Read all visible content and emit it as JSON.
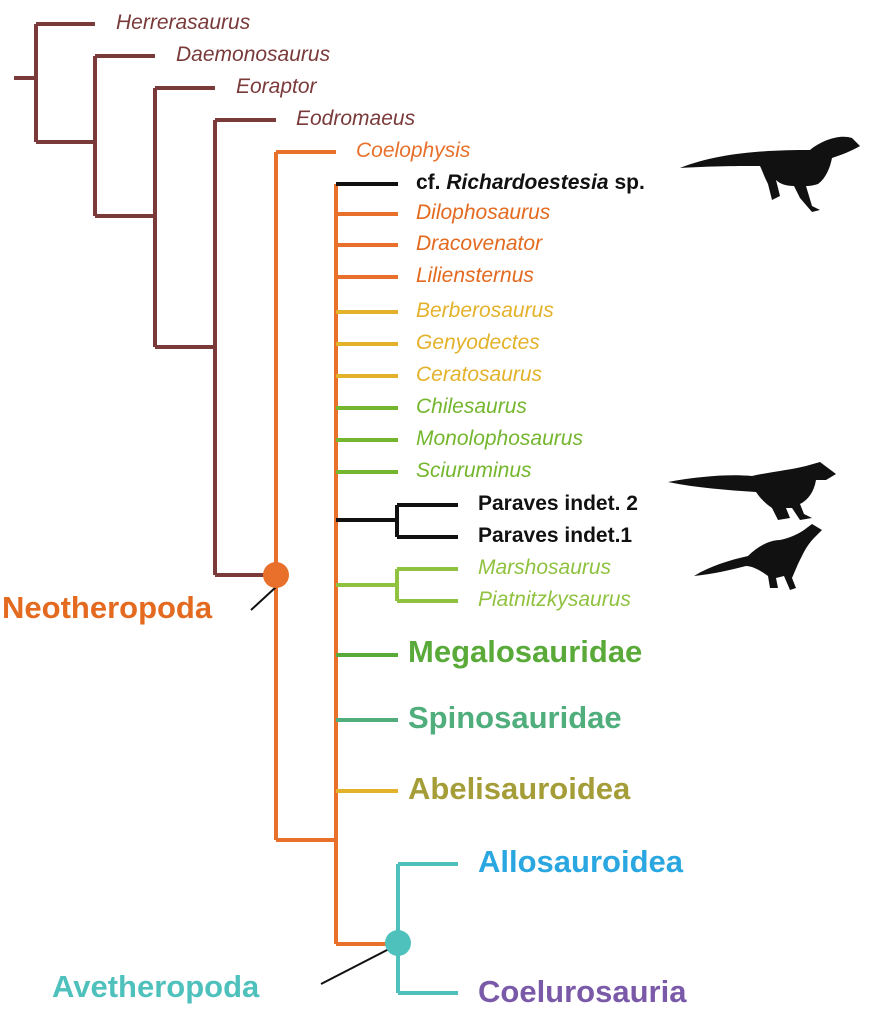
{
  "colors": {
    "basal": "#7a3a3a",
    "orange": "#e8702a",
    "orange_label": "#e36a1f",
    "yellow": "#e3b22a",
    "green": "#74b62e",
    "lightgreen": "#8fc23f",
    "black": "#111111",
    "megalo": "#5aaa3a",
    "spino": "#4fae7c",
    "abeli_line": "#e2b62f",
    "abeli_text": "#a49d38",
    "teal": "#4fc1bd",
    "blue": "#2aa7e0",
    "purple": "#7a5aa8"
  },
  "taxa": {
    "herrerasaurus": "Herrerasaurus",
    "daemonosaurus": "Daemonosaurus",
    "eoraptor": "Eoraptor",
    "eodromaeus": "Eodromaeus",
    "coelophysis": "Coelophysis",
    "richardoestesia_prefix": "cf.",
    "richardoestesia_genus": "Richardoestesia",
    "richardoestesia_suffix": "sp.",
    "dilophosaurus": "Dilophosaurus",
    "dracovenator": "Dracovenator",
    "liliensternus": "Liliensternus",
    "berberosaurus": "Berberosaurus",
    "genyodectes": "Genyodectes",
    "ceratosaurus": "Ceratosaurus",
    "chilesaurus": "Chilesaurus",
    "monolophosaurus": "Monolophosaurus",
    "sciuruminus": "Sciuruminus",
    "paraves2": "Paraves indet. 2",
    "paraves1": "Paraves indet.1",
    "marshosaurus": "Marshosaurus",
    "piatnitzkysaurus": "Piatnitzkysaurus",
    "megalosauridae": "Megalosauridae",
    "spinosauridae": "Spinosauridae",
    "abelisauroidea": "Abelisauroidea",
    "allosauroidea": "Allosauroidea",
    "coelurosauria": "Coelurosauria"
  },
  "clades": {
    "neotheropoda": "Neotheropoda",
    "avetheropoda": "Avetheropoda"
  }
}
